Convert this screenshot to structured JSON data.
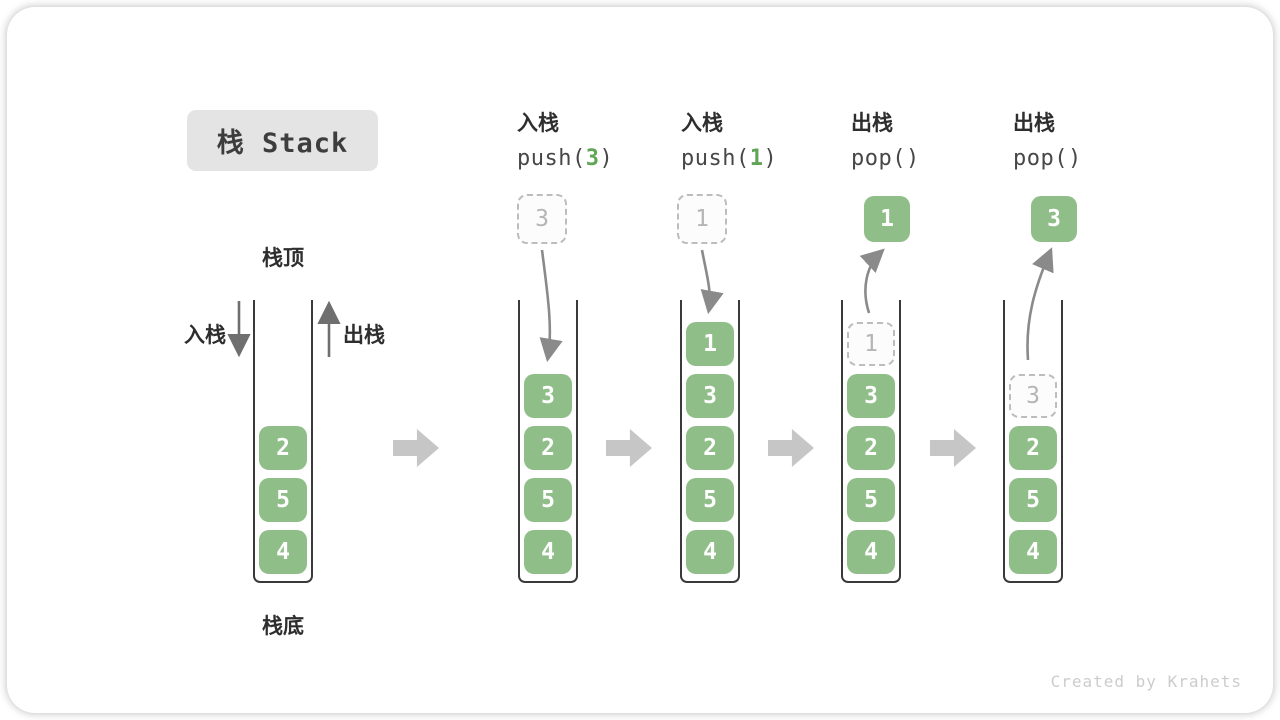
{
  "title": "栈 Stack",
  "side_labels": {
    "stack_top": "栈顶",
    "stack_bottom": "栈底",
    "push_side": "入栈",
    "pop_side": "出栈"
  },
  "operations": [
    {
      "label": "入栈",
      "code": {
        "pre": "push(",
        "num": "3",
        "post": ")"
      }
    },
    {
      "label": "入栈",
      "code": {
        "pre": "push(",
        "num": "1",
        "post": ")"
      }
    },
    {
      "label": "出栈",
      "code": {
        "pre": "pop(",
        "num": "",
        "post": ")"
      }
    },
    {
      "label": "出栈",
      "code": {
        "pre": "pop(",
        "num": "",
        "post": ")"
      }
    }
  ],
  "floating_boxes": [
    {
      "value": "3",
      "style": "ghost"
    },
    {
      "value": "1",
      "style": "ghost"
    },
    {
      "value": "1",
      "style": "solid"
    },
    {
      "value": "3",
      "style": "solid"
    }
  ],
  "stacks": [
    {
      "elements": [
        {
          "value": "2",
          "style": "solid"
        },
        {
          "value": "5",
          "style": "solid"
        },
        {
          "value": "4",
          "style": "solid"
        }
      ]
    },
    {
      "elements": [
        {
          "value": "3",
          "style": "solid"
        },
        {
          "value": "2",
          "style": "solid"
        },
        {
          "value": "5",
          "style": "solid"
        },
        {
          "value": "4",
          "style": "solid"
        }
      ]
    },
    {
      "elements": [
        {
          "value": "1",
          "style": "solid"
        },
        {
          "value": "3",
          "style": "solid"
        },
        {
          "value": "2",
          "style": "solid"
        },
        {
          "value": "5",
          "style": "solid"
        },
        {
          "value": "4",
          "style": "solid"
        }
      ]
    },
    {
      "elements": [
        {
          "value": "1",
          "style": "ghost"
        },
        {
          "value": "3",
          "style": "solid"
        },
        {
          "value": "2",
          "style": "solid"
        },
        {
          "value": "5",
          "style": "solid"
        },
        {
          "value": "4",
          "style": "solid"
        }
      ]
    },
    {
      "elements": [
        {
          "value": "3",
          "style": "ghost"
        },
        {
          "value": "2",
          "style": "solid"
        },
        {
          "value": "5",
          "style": "solid"
        },
        {
          "value": "4",
          "style": "solid"
        }
      ]
    }
  ],
  "watermark": "Created by Krahets",
  "colors": {
    "element_green": "#90be89",
    "code_number_green": "#60a556",
    "ghost_grey": "#bdbdbd",
    "tube_outline": "#3a3a3a",
    "curved_arrow_grey": "#8a8a8a",
    "block_arrow_grey": "#c6c6c6",
    "title_box_bg": "#e4e4e4",
    "watermark_grey": "#cccccc"
  }
}
